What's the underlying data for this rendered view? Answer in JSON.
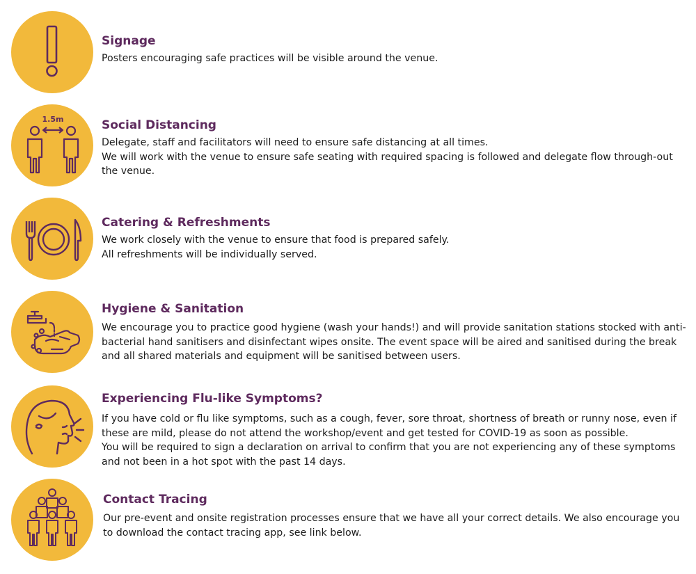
{
  "colors": {
    "circle": "#f2b93b",
    "icon": "#5e2a5e",
    "heading": "#5e2a5e",
    "text": "#1c1c1c"
  },
  "sections": [
    {
      "icon": "exclamation-icon",
      "title": "Signage",
      "paragraphs": [
        "Posters encouraging safe practices will be visible around the venue."
      ]
    },
    {
      "icon": "social-distancing-icon",
      "icon_text": "1.5m",
      "title": "Social Distancing",
      "paragraphs": [
        "Delegate, staff and facilitators will need to ensure safe distancing at all times.",
        "We will work with the venue to ensure safe seating with required spacing is followed and delegate flow through-out the venue."
      ]
    },
    {
      "icon": "plate-cutlery-icon",
      "title": "Catering & Refreshments",
      "paragraphs": [
        "We work closely with the venue to ensure that food is prepared safely.",
        "All refreshments will be individually served."
      ]
    },
    {
      "icon": "handwashing-icon",
      "title": "Hygiene & Sanitation",
      "paragraphs": [
        "We encourage you to practice good hygiene (wash your hands!) and will provide sanitation stations stocked with anti-bacterial hand sanitisers and disinfectant wipes onsite. The event space will be aired and sanitised during the break and all shared materials and equipment will be sanitised between users."
      ]
    },
    {
      "icon": "coughing-person-icon",
      "title": "Experiencing Flu-like Symptoms?",
      "paragraphs": [
        "If you have cold or flu like symptoms, such as a cough, fever, sore throat, shortness of breath or runny nose, even if these are mild, please do not attend the workshop/event and get tested for COVID-19 as soon as possible.",
        "You will be required to sign a declaration on arrival to confirm that you are not experiencing any of these symptoms and not been in a hot spot with the past 14 days."
      ]
    },
    {
      "icon": "crowd-icon",
      "title": "Contact Tracing",
      "paragraphs": [
        "Our pre-event and onsite registration processes ensure that we have all your correct details. We also encourage you to download the contact tracing app, see link below."
      ]
    }
  ]
}
